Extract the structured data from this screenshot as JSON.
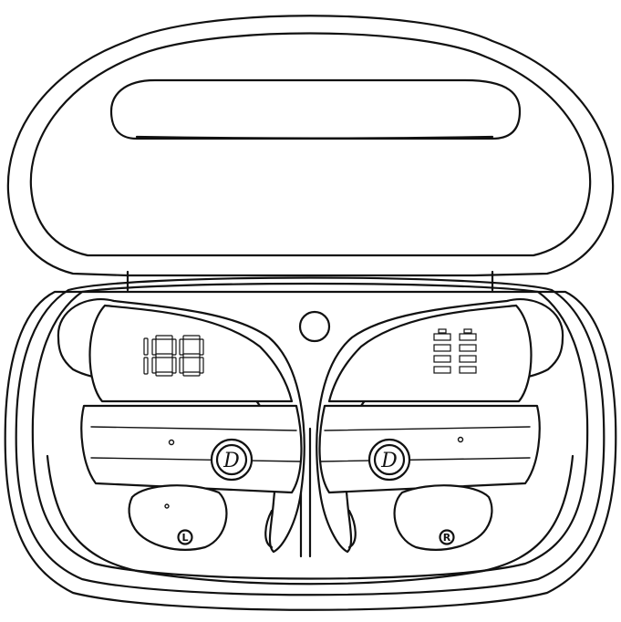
{
  "left_earbud": {
    "marker": "L"
  },
  "right_earbud": {
    "marker": "R"
  },
  "brand_logo": "D",
  "led_display": {
    "digits": [
      "1",
      "8",
      "8"
    ]
  },
  "battery_indicator": {
    "bars_per_battery": 4,
    "batteries": 2
  }
}
